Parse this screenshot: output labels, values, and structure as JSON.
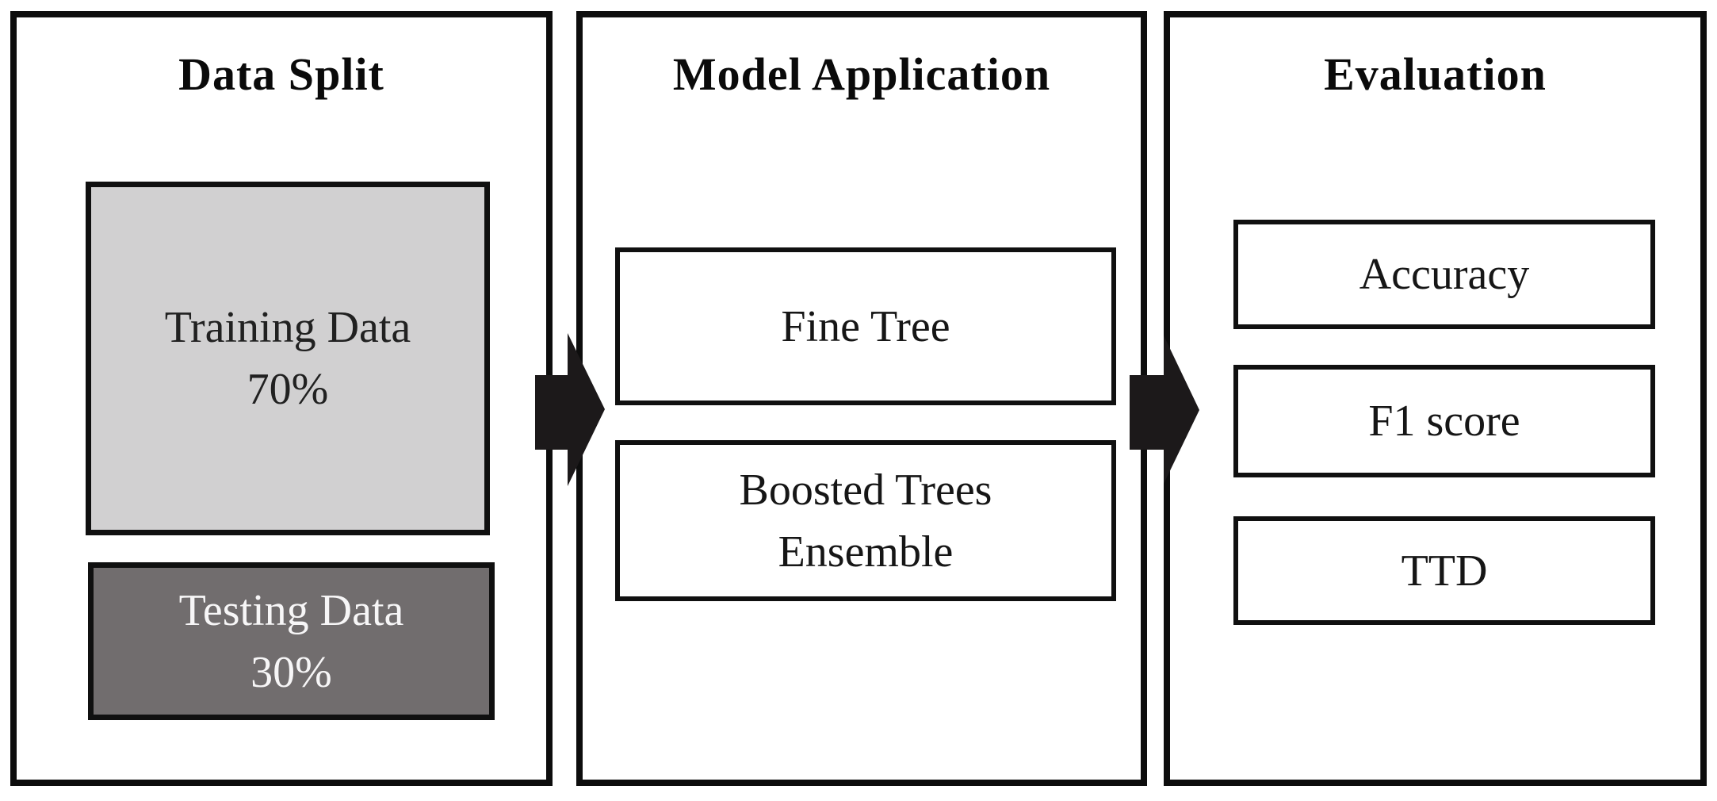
{
  "colors": {
    "background": "#ffffff",
    "panel_border": "#0d0d0d",
    "box_border": "#101010",
    "arrow": "#1c191a",
    "title_text": "#0a0a0a",
    "box_text": "#161616",
    "training_fill": "#d1d0d1",
    "training_text": "#212121",
    "testing_fill": "#716d6e",
    "testing_text": "#f7f6f7",
    "white_box_fill": "#ffffff"
  },
  "panels": [
    {
      "title": "Data Split",
      "boxes": [
        {
          "lines": [
            "Training Data",
            "70%"
          ]
        },
        {
          "lines": [
            "Testing Data",
            "30%"
          ]
        }
      ]
    },
    {
      "title": "Model Application",
      "boxes": [
        {
          "lines": [
            "Fine Tree"
          ]
        },
        {
          "lines": [
            "Boosted Trees",
            "Ensemble"
          ]
        }
      ]
    },
    {
      "title": "Evaluation",
      "boxes": [
        {
          "lines": [
            "Accuracy"
          ]
        },
        {
          "lines": [
            "F1 score"
          ]
        },
        {
          "lines": [
            "TTD"
          ]
        }
      ]
    }
  ]
}
